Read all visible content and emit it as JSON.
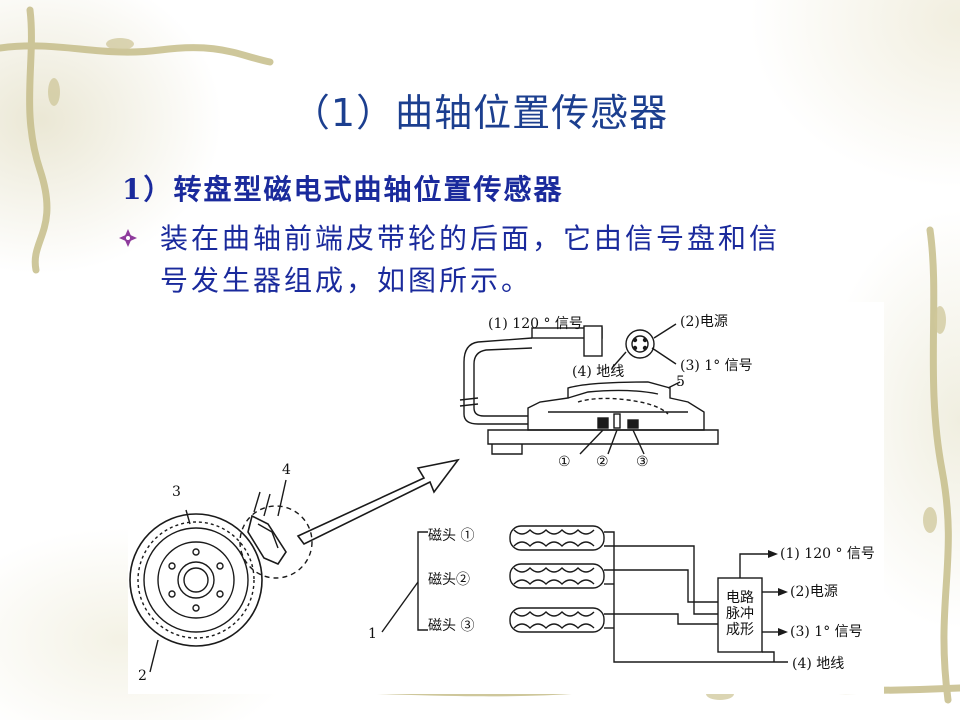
{
  "slide": {
    "title": "（1）曲轴位置传感器",
    "subheading": "1）转盘型磁电式曲轴位置传感器",
    "bullet_icon": "diamond-bullet-icon",
    "bullet_line1": "装在曲轴前端皮带轮的后面，它由信号盘和信",
    "bullet_line2": "号发生器组成，如图所示。"
  },
  "diagram": {
    "connector_labels": {
      "signal_120": "(1) 120 ° 信号",
      "power": "(2)电源",
      "signal_1": "(3) 1° 信号",
      "ground": "(4) 地线"
    },
    "part_number_5": "5",
    "circled_1": "①",
    "circled_2": "②",
    "circled_3": "③",
    "wheel_number_3": "3",
    "sensor_number_4": "4",
    "wheel_number_2": "2",
    "head_group_number_1": "1",
    "heads": [
      "磁头 ①",
      "磁头②",
      "磁头 ③"
    ],
    "circuit_box_lines": [
      "电路",
      "脉冲",
      "成形"
    ],
    "outputs": {
      "signal_120": "(1) 120 ° 信号",
      "power": "(2)电源",
      "signal_1": "(3) 1° 信号",
      "ground": "(4) 地线"
    }
  },
  "colors": {
    "title": "#1c3f8f",
    "text": "#1a2a9c",
    "bullet": "#8e3b9c",
    "background_wash": "#dcd6b4",
    "vine": "#c8c08c"
  }
}
